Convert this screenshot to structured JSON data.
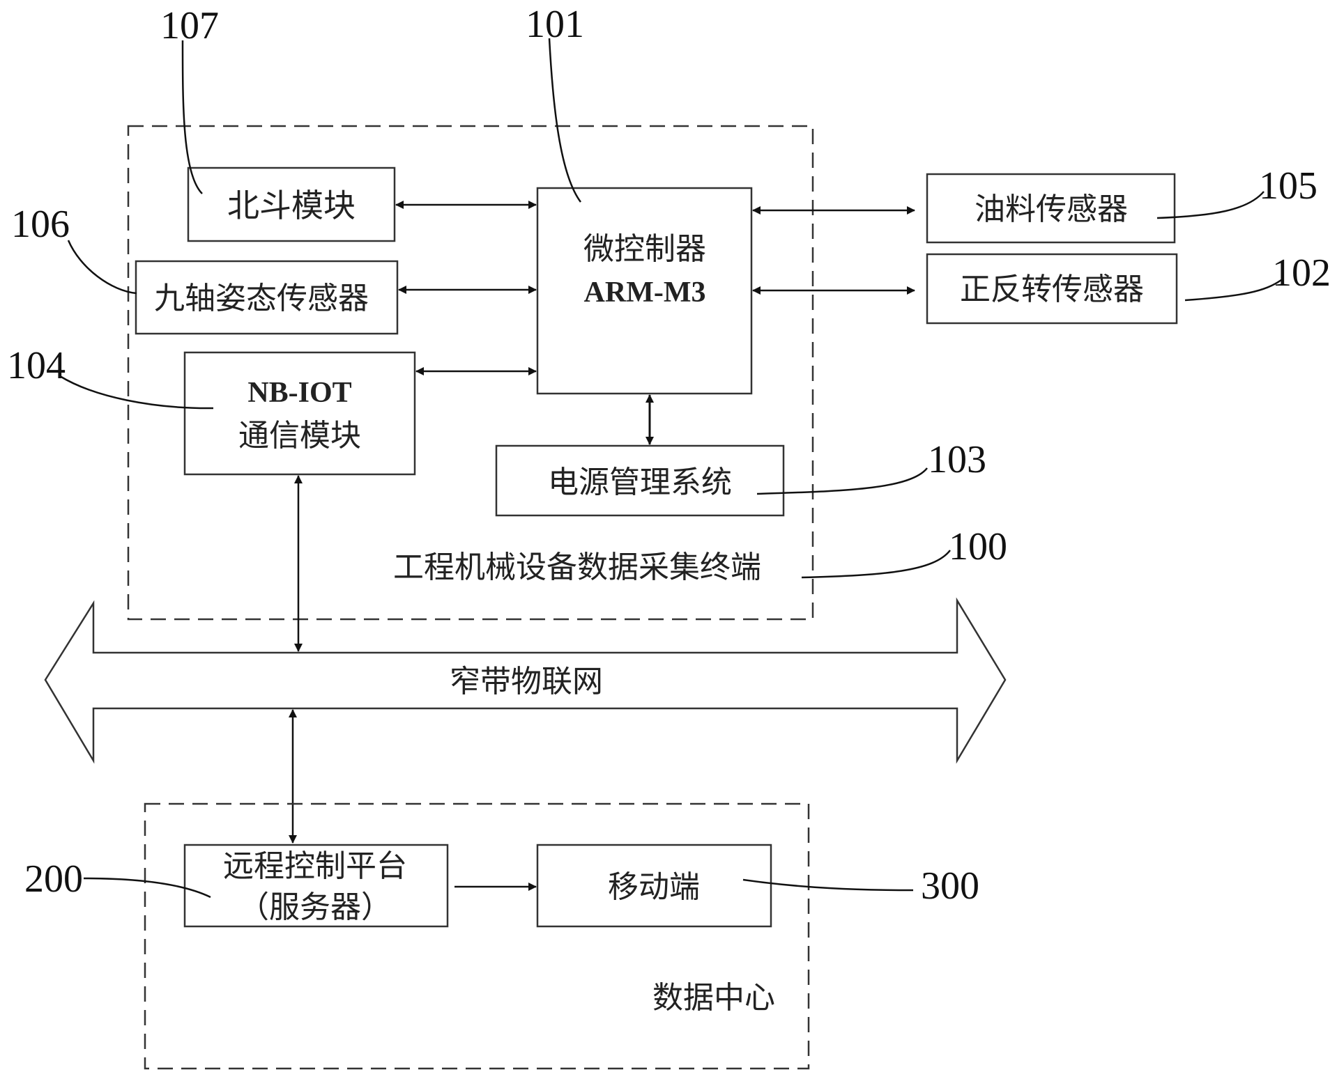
{
  "terminal": {
    "ref": "100",
    "label": "工程机械设备数据采集终端",
    "mcu": {
      "ref": "101",
      "title": "微控制器",
      "model": "ARM-M3"
    },
    "beidou": {
      "ref": "107",
      "label": "北斗模块"
    },
    "nine_axis": {
      "ref": "106",
      "label": "九轴姿态传感器"
    },
    "nbiot": {
      "ref": "104",
      "title": "NB-IOT",
      "subtitle": "通信模块"
    },
    "power": {
      "ref": "103",
      "label": "电源管理系统"
    }
  },
  "external_sensors": {
    "oil": {
      "ref": "105",
      "label": "油料传感器"
    },
    "rotation": {
      "ref": "102",
      "label": "正反转传感器"
    }
  },
  "network": {
    "label": "窄带物联网"
  },
  "data_center": {
    "label": "数据中心",
    "platform": {
      "ref": "200",
      "line1": "远程控制平台",
      "line2": "（服务器）"
    },
    "mobile": {
      "ref": "300",
      "label": "移动端"
    }
  },
  "colors": {
    "stroke": "#333333",
    "text": "#222222",
    "background": "#ffffff"
  }
}
